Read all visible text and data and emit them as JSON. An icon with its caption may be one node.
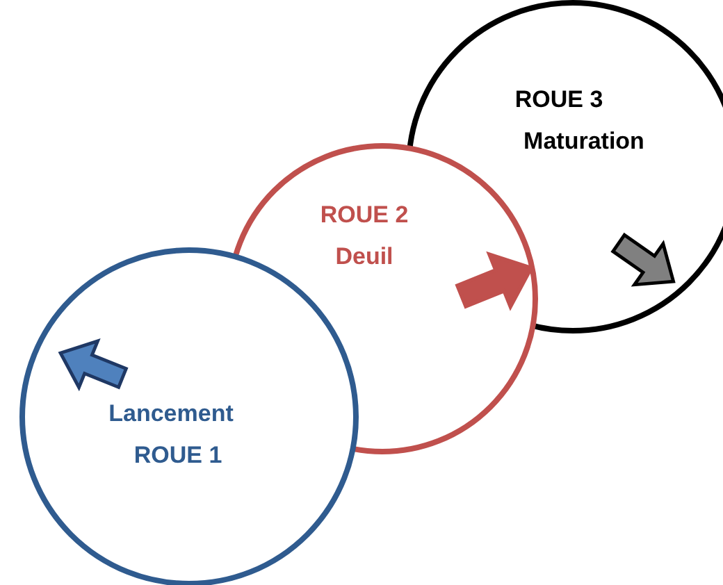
{
  "diagram": {
    "nodes": [
      {
        "text": [
          "ROUE 3",
          "Maturation"
        ]
      },
      {
        "text": [
          "ROUE 2",
          "Deuil"
        ]
      },
      {
        "text": [
          "Lancement",
          "ROUE 1"
        ]
      }
    ]
  }
}
